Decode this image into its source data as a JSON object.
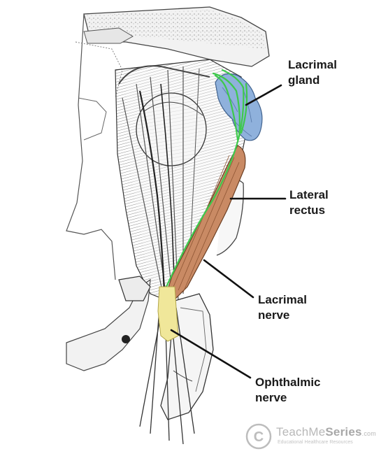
{
  "labels": {
    "lacrimal_gland": [
      "Lacrimal",
      "gland"
    ],
    "lateral_rectus": [
      "Lateral",
      "rectus"
    ],
    "lacrimal_nerve": [
      "Lacrimal",
      "nerve"
    ],
    "ophthalmic_nerve": [
      "Ophthalmic",
      "nerve"
    ]
  },
  "watermark": {
    "symbol": "C",
    "brand_regular": "TeachMe",
    "brand_bold": "Series",
    "domain": ".com",
    "tagline": "Educational Healthcare Resources"
  },
  "colors": {
    "lacrimal_gland": "#8fb1dc",
    "lateral_rectus": "#c98a64",
    "lacrimal_nerve": "#3ec94c",
    "ophthalmic_nerve": "#f0e79a",
    "pointer_line": "#111111",
    "engraving": "#4a4a4a"
  }
}
